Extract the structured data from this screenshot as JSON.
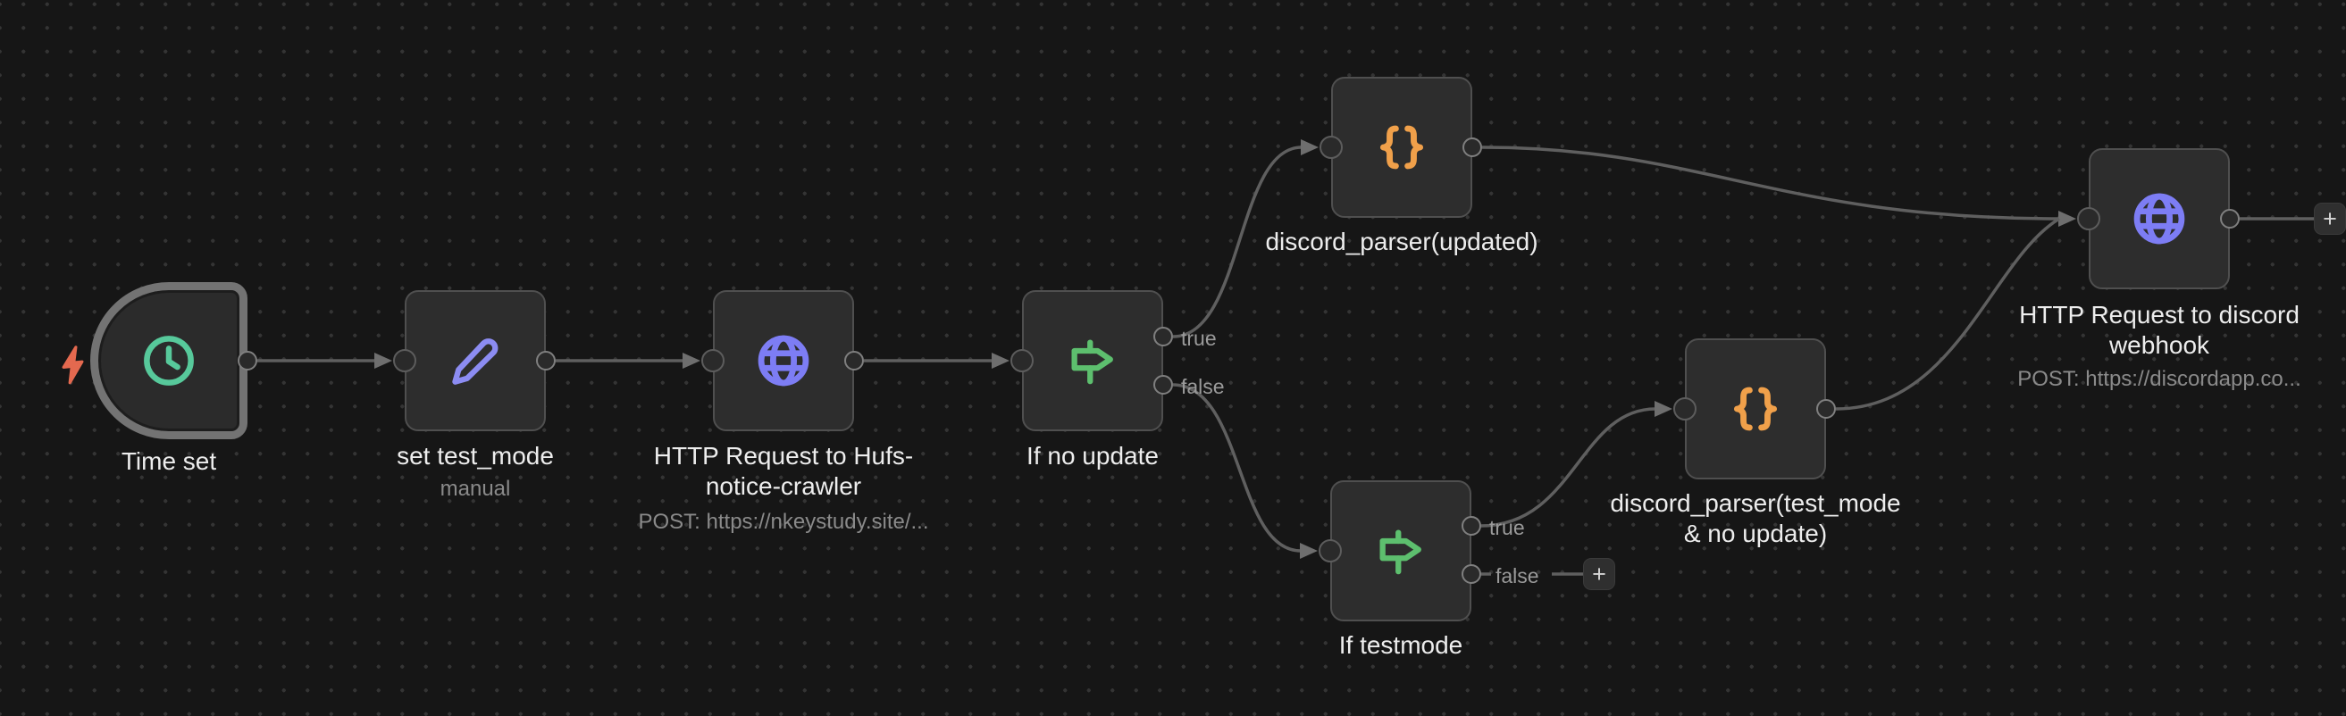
{
  "canvas": {
    "background_color": "#161616",
    "dot_color": "#343434",
    "edge_color": "#5f5f5f"
  },
  "trigger_indicator": {
    "icon": "lightning-bolt-icon",
    "color": "#e4694f"
  },
  "nodes": [
    {
      "id": "time-set",
      "label": "Time set",
      "type": "schedule-trigger",
      "icon": "clock-icon",
      "icon_color": "#57c99b"
    },
    {
      "id": "set-test-mode",
      "label": "set test_mode",
      "sublabel": "manual",
      "type": "set",
      "icon": "pencil-icon",
      "icon_color": "#8c8cf2"
    },
    {
      "id": "http-hufs",
      "label": "HTTP Request to Hufs-notice-crawler",
      "sublabel": "POST: https://nkeystudy.site/...",
      "type": "http-request",
      "icon": "globe-icon",
      "icon_color": "#7d7df4"
    },
    {
      "id": "if-no-update",
      "label": "If no update",
      "type": "if",
      "icon": "signpost-icon",
      "icon_color": "#5dbf6e",
      "outputs": [
        {
          "label": "true"
        },
        {
          "label": "false"
        }
      ]
    },
    {
      "id": "discord-parser-updated",
      "label": "discord_parser(updated)",
      "type": "code",
      "icon": "curly-braces-icon",
      "icon_color": "#f0a04a"
    },
    {
      "id": "if-testmode",
      "label": "If testmode",
      "type": "if",
      "icon": "signpost-icon",
      "icon_color": "#5dbf6e",
      "outputs": [
        {
          "label": "true"
        },
        {
          "label": "false"
        }
      ]
    },
    {
      "id": "discord-parser-testmode",
      "label": "discord_parser(test_mode & no update)",
      "type": "code",
      "icon": "curly-braces-icon",
      "icon_color": "#f0a04a"
    },
    {
      "id": "http-discord-webhook",
      "label": "HTTP Request to discord webhook",
      "sublabel": "POST: https://discordapp.co...",
      "type": "http-request",
      "icon": "globe-icon",
      "icon_color": "#7d7df4"
    }
  ],
  "plus_buttons": [
    {
      "label": "+"
    },
    {
      "label": "+"
    }
  ]
}
